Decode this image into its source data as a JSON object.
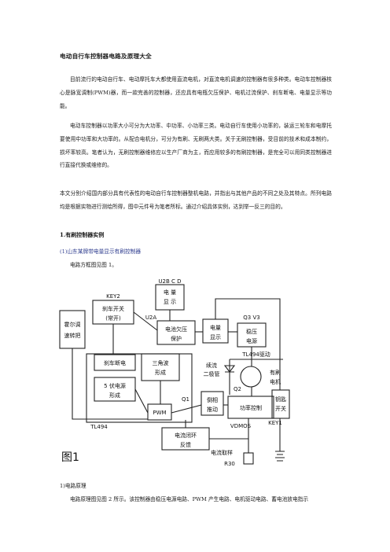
{
  "doc": {
    "title": "电动自行车控制器电路及原理大全",
    "para1": "目前流行的电动自行车、电动摩托车大都使用直流电机，对直流电机调速的控制器有很多种类。电动车控制器核心是脉宽调制(PWM)器，而一款完善的控制器，还应具有电瓶欠压保护、电机过流保护、刹车断电、电量显示等功能。",
    "para2": "电动车控制器以功率大小可分为大功率、中功率、小功率三类。电动自行车使用小功率的，装运三轮车和电摩托要使用中功率和大功率的。从配合电机分，可分为有刷、无刷两大类。关于无刷控制器，受目前的技术和成本制约，损坏率较高。笔者认为，无刷控制器维修应以生产厂商为主，而应用较多的有刷控制器，是完全可以用同类控制器进行直接代换或维修的。",
    "para3": "本文分别介绍国内部分具有代表性的电动自行车控制器整机电路，并指出与其他产品的不同之处及其特点。所列电路均是根据实物进行测绘所得，图中元件号为笔者所标。通过介绍具体实例，达到举一反三的目的。",
    "section1": "1.有刷控制器实例",
    "subsection1": "(1)山东某牌带电量显示有刷控制器",
    "fig_ref": "电路方框图见图 1。",
    "bottom_heading": "1)电路原理",
    "bottom_text": "电路原理图见图 2 所示。该控制器由稳压电源电路、PWM 产生电路、电机驱动电路、蓄电池放电指示"
  },
  "figure": {
    "caption": "图1",
    "blocks": {
      "u2bcd_line1": "U2B C D",
      "u2bcd_line2": "电  量",
      "u2bcd_line3": "显  示",
      "key2": "KEY2",
      "brake_switch_line1": "刹车开关",
      "brake_switch_line2": "(常开)",
      "hall_line1": "霍尔调",
      "hall_line2": "速转把",
      "u2a": "U2A",
      "battery_uv_line1": "电池欠压",
      "battery_uv_line2": "保护",
      "power_display_line1": "电量",
      "power_display_line2": "显示",
      "q3v3": "Q3   V3",
      "regulator_line1": "稳压",
      "regulator_line2": "电源",
      "tl494_drive": "TL494驱动",
      "brake_cut": "刹车断电",
      "triangle_line1": "三角波",
      "triangle_line2": "形成",
      "v5_line1": "5 伏电源",
      "v5_line2": "形成",
      "freewheel_line1": "续流",
      "freewheel_line2": "二极管",
      "motor_line1": "有刷",
      "motor_line2": "电机",
      "pwm": "PWM",
      "q1": "Q1",
      "q2": "Q2",
      "inverter_line1": "倒相",
      "inverter_line2": "推动",
      "power_ctrl": "功率控制",
      "key_switch_line1": "钥匙",
      "key_switch_line2": "开关",
      "tl494": "TL494",
      "vdmos": "VDMOS",
      "key1": "KEY1",
      "current_fb_line1": "电流闭环",
      "current_fb_line2": "反馈",
      "current_sample": "电流取样",
      "r30": "R30"
    }
  }
}
